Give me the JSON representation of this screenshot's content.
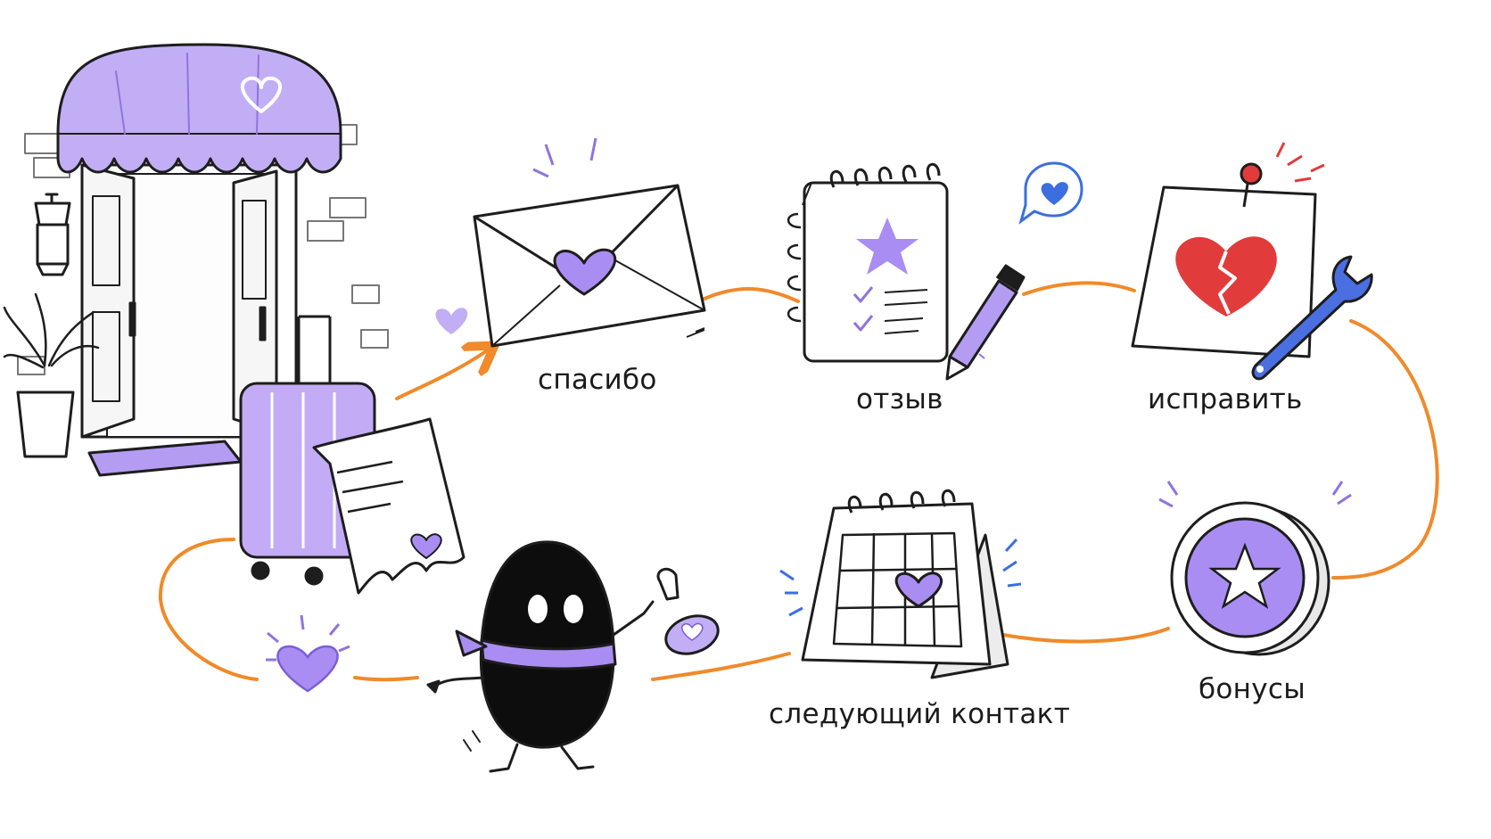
{
  "colors": {
    "path": "#f08a2a",
    "accent": "#a98df2",
    "ink": "#1d1d1d",
    "blue": "#3b6fe0",
    "red": "#e23b3b"
  },
  "steps": [
    {
      "id": "thanks",
      "label": "спасибо",
      "icon": "envelope-heart-icon"
    },
    {
      "id": "review",
      "label": "отзыв",
      "icon": "notepad-star-icon"
    },
    {
      "id": "fix",
      "label": "исправить",
      "icon": "broken-heart-wrench-icon"
    },
    {
      "id": "bonus",
      "label": "бонусы",
      "icon": "star-coin-icon"
    },
    {
      "id": "next",
      "label": "следующий контакт",
      "icon": "calendar-heart-icon"
    }
  ]
}
